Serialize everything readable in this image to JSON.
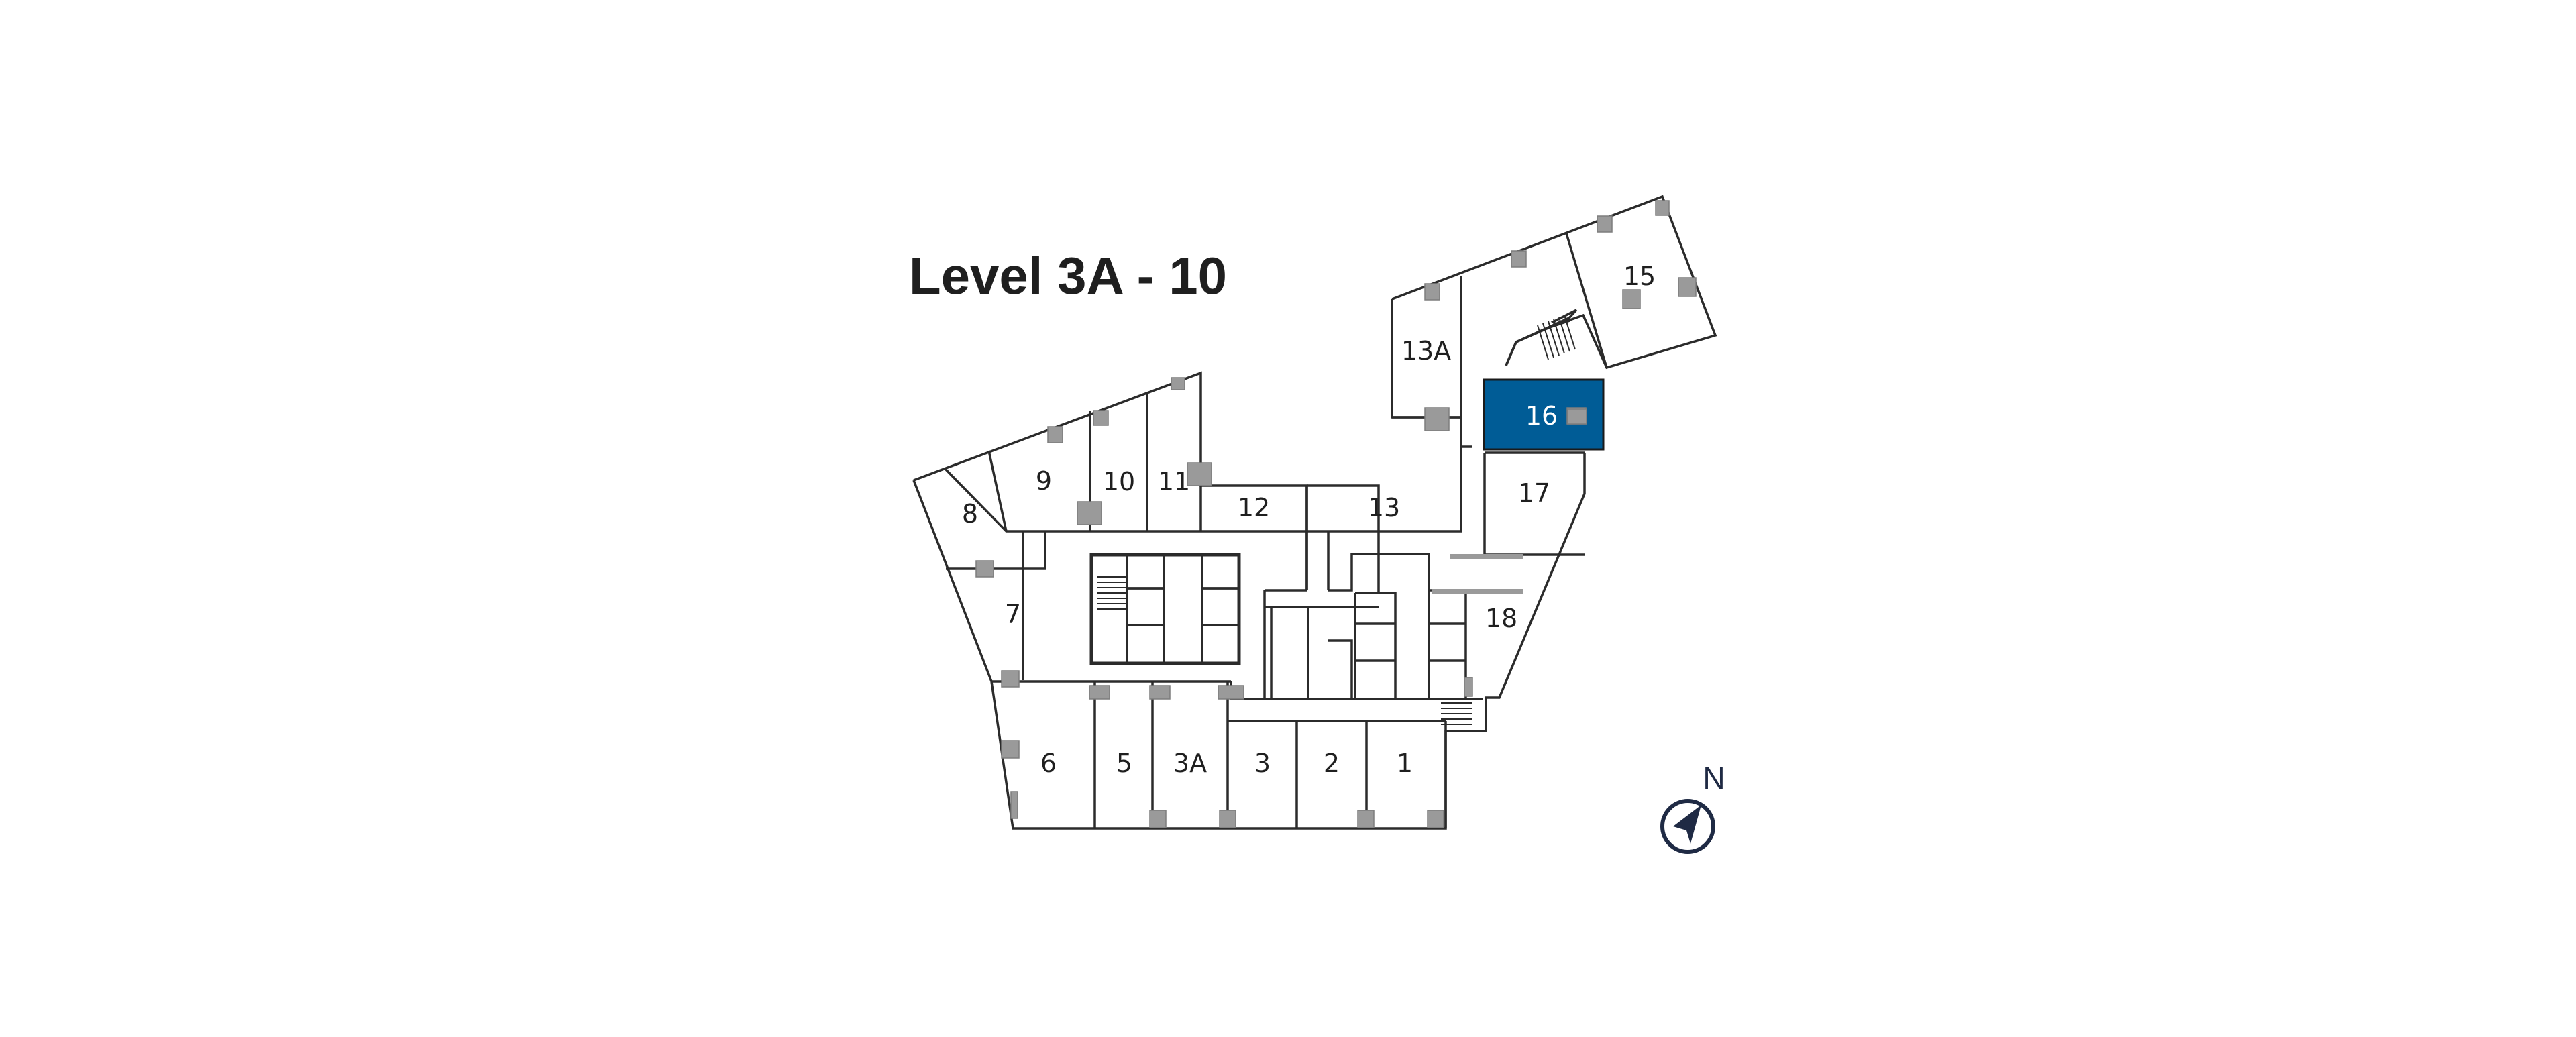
{
  "title": "Level 3A - 10",
  "colors": {
    "selected_unit_fill": "#005c96",
    "wall": "#2b2b2b",
    "column": "#9a9a9a",
    "compass": "#1f2a44",
    "background": "#ffffff"
  },
  "selected_unit": "16",
  "units": [
    {
      "id": "1",
      "label": "1"
    },
    {
      "id": "2",
      "label": "2"
    },
    {
      "id": "3",
      "label": "3"
    },
    {
      "id": "3A",
      "label": "3A"
    },
    {
      "id": "5",
      "label": "5"
    },
    {
      "id": "6",
      "label": "6"
    },
    {
      "id": "7",
      "label": "7"
    },
    {
      "id": "8",
      "label": "8"
    },
    {
      "id": "9",
      "label": "9"
    },
    {
      "id": "10",
      "label": "10"
    },
    {
      "id": "11",
      "label": "11"
    },
    {
      "id": "12",
      "label": "12"
    },
    {
      "id": "13",
      "label": "13"
    },
    {
      "id": "13A",
      "label": "13A"
    },
    {
      "id": "15",
      "label": "15"
    },
    {
      "id": "16",
      "label": "16"
    },
    {
      "id": "17",
      "label": "17"
    },
    {
      "id": "18",
      "label": "18"
    }
  ],
  "compass": {
    "label": "N",
    "icon": "compass-north-arrow-icon"
  }
}
